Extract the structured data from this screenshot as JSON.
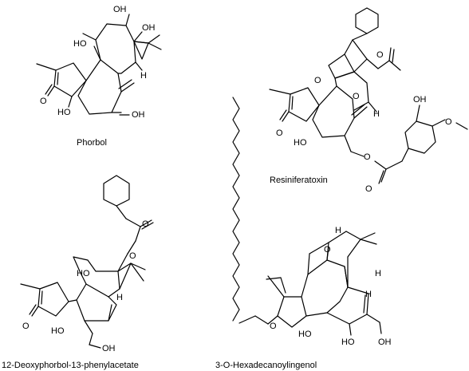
{
  "molecules": {
    "phorbol": {
      "name": "Phorbol"
    },
    "resiniferatoxin": {
      "name": "Resiniferatoxin"
    },
    "deoxyphorbol": {
      "name": "12-Deoxyphorbol-13-phenylacetate"
    },
    "ingenol": {
      "name": "3-O-Hexadecanoylingenol"
    }
  },
  "atoms": {
    "oh": "OH",
    "ho": "HO",
    "o": "O",
    "h": "H"
  }
}
